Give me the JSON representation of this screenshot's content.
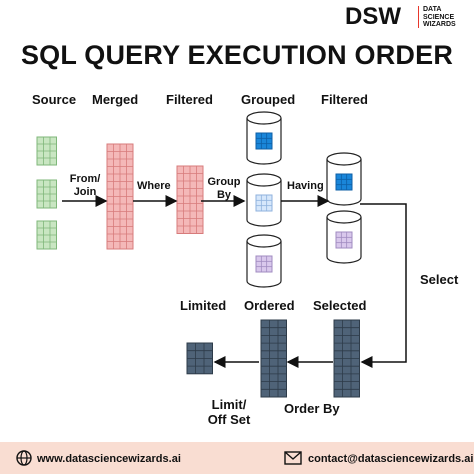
{
  "brand": {
    "logo_text": "DSW",
    "logo_subtext": "DATA SCIENCE WIZARDS",
    "colors": {
      "accent": "#e8372c",
      "footer_bg": "#f9ddd2"
    }
  },
  "title": "SQL QUERY EXECUTION ORDER",
  "stages": {
    "source": "Source",
    "merged": "Merged",
    "filtered1": "Filtered",
    "grouped": "Grouped",
    "filtered2": "Filtered",
    "selected": "Selected",
    "ordered": "Ordered",
    "limited": "Limited"
  },
  "steps": {
    "from_join": "From/ Join",
    "where": "Where",
    "group_by": "Group By",
    "having": "Having",
    "select": "Select",
    "order_by": "Order By",
    "limit_offset": "Limit/ Off Set"
  },
  "colors": {
    "source_green": "#c9e6c2",
    "merged_pink": "#f4b8b8",
    "group_blue": "#1a86d9",
    "group_lightblue": "#d6e7fb",
    "group_lavender": "#d9c8ec",
    "selected_slate": "#4f6378"
  },
  "footer": {
    "website": "www.datasciencewizards.ai",
    "email": "contact@datasciencewizards.ai"
  }
}
